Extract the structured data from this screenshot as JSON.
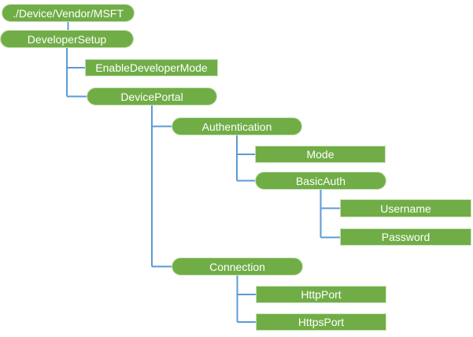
{
  "colors": {
    "node_fill": "#70AD47",
    "node_border": "#cbe2ba",
    "connector": "#5B9BD5",
    "node_text": "#ffffff",
    "background": "#ffffff"
  },
  "diagram": {
    "type": "tree",
    "nodes": [
      {
        "label": "./Device/Vendor/MSFT",
        "shape": "rounded",
        "parent": null
      },
      {
        "label": "DeveloperSetup",
        "shape": "rounded",
        "parent": "./Device/Vendor/MSFT"
      },
      {
        "label": "EnableDeveloperMode",
        "shape": "rect",
        "parent": "DeveloperSetup"
      },
      {
        "label": "DevicePortal",
        "shape": "rounded",
        "parent": "DeveloperSetup"
      },
      {
        "label": "Authentication",
        "shape": "rounded",
        "parent": "DevicePortal"
      },
      {
        "label": "Mode",
        "shape": "rect",
        "parent": "Authentication"
      },
      {
        "label": "BasicAuth",
        "shape": "rounded",
        "parent": "Authentication"
      },
      {
        "label": "Username",
        "shape": "rect",
        "parent": "BasicAuth"
      },
      {
        "label": "Password",
        "shape": "rect",
        "parent": "BasicAuth"
      },
      {
        "label": "Connection",
        "shape": "rounded",
        "parent": "DevicePortal"
      },
      {
        "label": "HttpPort",
        "shape": "rect",
        "parent": "Connection"
      },
      {
        "label": "HttpsPort",
        "shape": "rect",
        "parent": "Connection"
      }
    ]
  }
}
